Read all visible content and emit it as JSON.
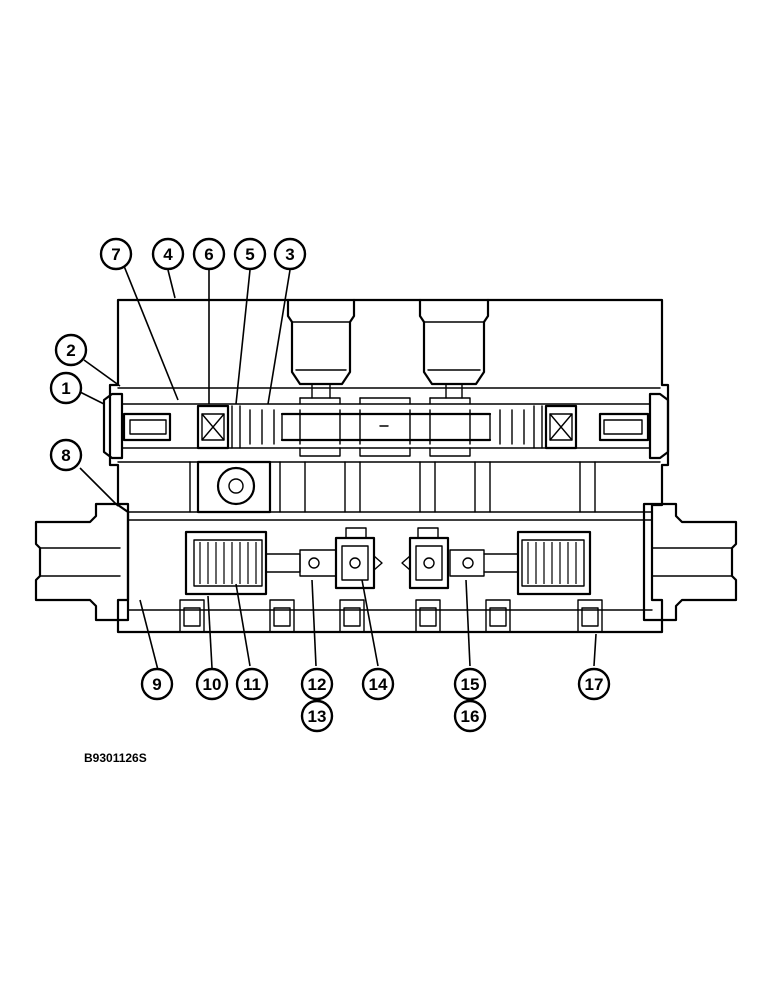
{
  "figure": {
    "id_label": "B9301126S"
  },
  "callouts": [
    {
      "key": "c1",
      "label": "1"
    },
    {
      "key": "c2",
      "label": "2"
    },
    {
      "key": "c3",
      "label": "3"
    },
    {
      "key": "c4",
      "label": "4"
    },
    {
      "key": "c5",
      "label": "5"
    },
    {
      "key": "c6",
      "label": "6"
    },
    {
      "key": "c7",
      "label": "7"
    },
    {
      "key": "c8",
      "label": "8"
    },
    {
      "key": "c9",
      "label": "9"
    },
    {
      "key": "c10",
      "label": "10"
    },
    {
      "key": "c11",
      "label": "11"
    },
    {
      "key": "c12",
      "label": "12"
    },
    {
      "key": "c13",
      "label": "13"
    },
    {
      "key": "c14",
      "label": "14"
    },
    {
      "key": "c15",
      "label": "15"
    },
    {
      "key": "c16",
      "label": "16"
    },
    {
      "key": "c17",
      "label": "17"
    }
  ]
}
